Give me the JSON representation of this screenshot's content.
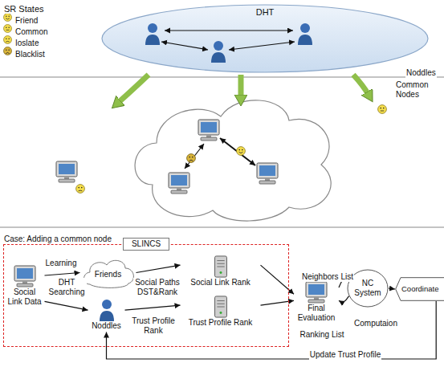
{
  "diagram": {
    "nodes": [
      {
        "text": [
          "DHT"
        ]
      },
      {
        "text": [
          "SLINCS"
        ]
      },
      {
        "text": [
          "Social Link Data"
        ],
        "in": 1
      },
      {
        "text": [
          "Friends"
        ],
        "in": 1
      },
      {
        "text": [
          "Noddles"
        ],
        "in": 1
      },
      {
        "text": [
          "Social Link Rank"
        ],
        "in": 1
      },
      {
        "text": [
          "Trust Profile Rank"
        ],
        "in": 1
      },
      {
        "text": [
          "Final Evaluation"
        ]
      },
      {
        "text": [
          "NC System"
        ]
      },
      {
        "text": [
          "Coordinate"
        ]
      }
    ],
    "edges": [
      {
        "from": 2,
        "to": 3,
        "arrow": "to",
        "label": "Learning"
      },
      {
        "from": 2,
        "to": 4,
        "arrow": "to",
        "label": "DHT Searching"
      },
      {
        "from": 3,
        "to": 5,
        "arrow": "to",
        "label": "Social Paths DST&Rank"
      },
      {
        "from": 4,
        "to": 6,
        "arrow": "to",
        "label": "Trust Profile Rank"
      },
      {
        "from": 5,
        "to": 7,
        "arrow": "to"
      },
      {
        "from": 6,
        "to": 7,
        "arrow": "to"
      },
      {
        "from": 7,
        "to": 8,
        "arrow": "to",
        "label": "Neighbors List"
      },
      {
        "from": 8,
        "to": 7,
        "arrow": "to",
        "label": "Ranking List"
      },
      {
        "from": 8,
        "to": 9,
        "arrow": "to",
        "label": "Computaion"
      },
      {
        "from": 9,
        "to": 4,
        "arrow": "to",
        "label": "Update Trust Profile"
      }
    ],
    "labels": [
      "SR States",
      "Noddles",
      "Common Nodes",
      "Case: Adding a common node"
    ],
    "legend": [
      {
        "text": "Friend"
      },
      {
        "text": "Common"
      },
      {
        "text": "Ioslate"
      },
      {
        "text": "Blacklist"
      }
    ]
  }
}
